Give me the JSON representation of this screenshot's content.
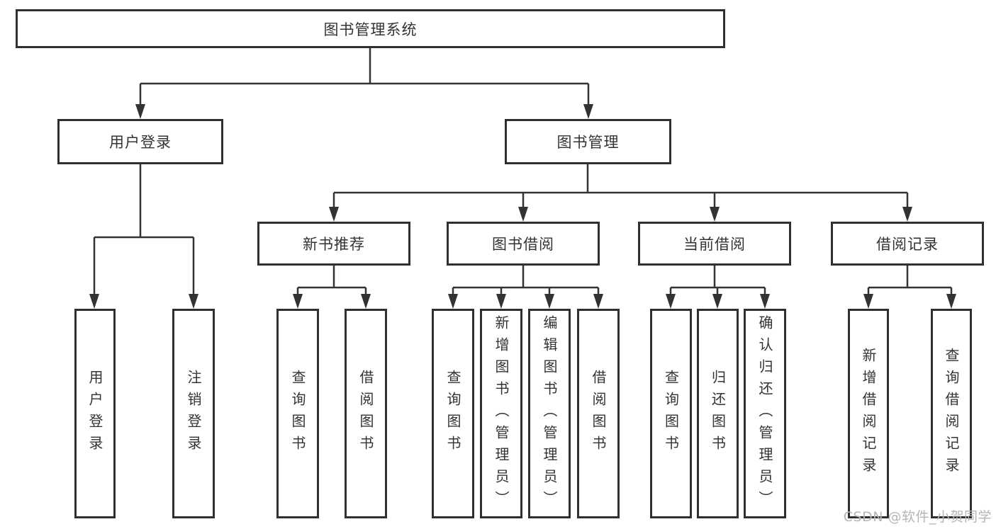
{
  "tree": {
    "label": "图书管理系统",
    "children": [
      {
        "label": "用户登录",
        "children": [
          {
            "label": "用户登录"
          },
          {
            "label": "注销登录"
          }
        ]
      },
      {
        "label": "图书管理",
        "children": [
          {
            "label": "新书推荐",
            "children": [
              {
                "label": "查询图书"
              },
              {
                "label": "借阅图书"
              }
            ]
          },
          {
            "label": "图书借阅",
            "children": [
              {
                "label": "查询图书"
              },
              {
                "label": "新增图书（管理员）"
              },
              {
                "label": "编辑图书（管理员）"
              },
              {
                "label": "借阅图书"
              }
            ]
          },
          {
            "label": "当前借阅",
            "children": [
              {
                "label": "查询图书"
              },
              {
                "label": "归还图书"
              },
              {
                "label": "确认归还（管理员）"
              }
            ]
          },
          {
            "label": "借阅记录",
            "children": [
              {
                "label": "新增借阅记录"
              },
              {
                "label": "查询借阅记录"
              }
            ]
          }
        ]
      }
    ]
  },
  "watermark": {
    "text": "CSDN @软件_小贺同学"
  },
  "colors": {
    "line": "#333333",
    "box_border": "#2f2f2f",
    "text": "#333333",
    "watermark": "#b5b5b5",
    "background": "#ffffff"
  }
}
